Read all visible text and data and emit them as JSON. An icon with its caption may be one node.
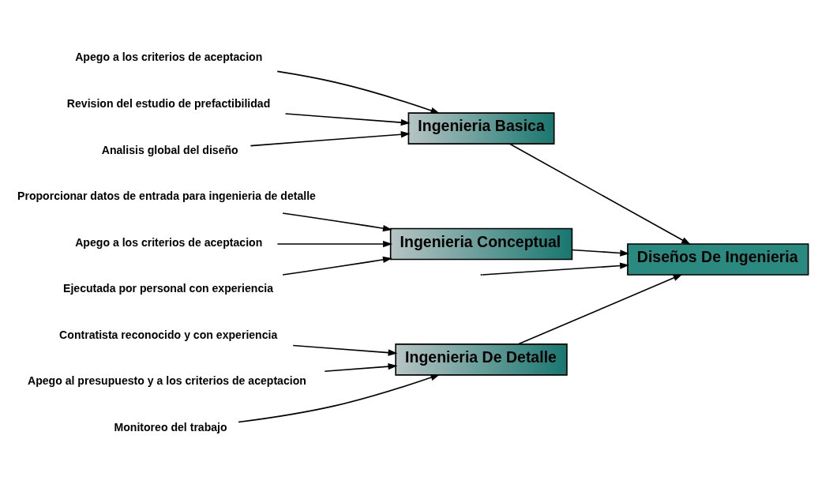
{
  "diagram": {
    "nodes": [
      {
        "text": [
          "Ingenieria De Detalle"
        ]
      },
      {
        "text": [
          "Contratista reconocido y con experiencia"
        ]
      },
      {
        "text": [
          "Apego al presupuesto y a los criterios de aceptacion"
        ]
      },
      {
        "text": [
          "Monitoreo del trabajo"
        ]
      },
      {
        "text": [
          "Ingenieria Basica"
        ]
      },
      {
        "text": [
          "Apego a los criterios de aceptacion"
        ]
      },
      {
        "text": [
          "Revision del estudio de prefactibilidad"
        ]
      },
      {
        "text": [
          "Analisis global del diseño"
        ]
      },
      {
        "text": [
          "Diseños De Ingenieria"
        ]
      },
      {
        "text": [
          "Proporcionar datos de entrada para ingenieria de detalle"
        ]
      },
      {
        "text": [
          "Apego a los criterios de aceptacion"
        ]
      },
      {
        "text": [
          "Ejecutada por personal con experiencia"
        ]
      },
      {
        "text": [
          "Ingenieria Conceptual"
        ]
      }
    ],
    "edges": [
      {
        "from": 1,
        "to": 0,
        "arrow": "to"
      },
      {
        "from": 2,
        "to": 0,
        "arrow": "to"
      },
      {
        "from": 3,
        "to": 0,
        "arrow": "to"
      },
      {
        "from": 5,
        "to": 4,
        "arrow": "to"
      },
      {
        "from": 6,
        "to": 4,
        "arrow": "to"
      },
      {
        "from": 7,
        "to": 4,
        "arrow": "to"
      },
      {
        "from": 9,
        "to": 12,
        "arrow": "to"
      },
      {
        "from": 10,
        "to": 12,
        "arrow": "to"
      },
      {
        "from": 11,
        "to": 12,
        "arrow": "to"
      },
      {
        "from": 0,
        "to": 8,
        "arrow": "to"
      },
      {
        "from": 4,
        "to": 8,
        "arrow": "to"
      },
      {
        "from": 12,
        "to": 8,
        "arrow": "to"
      },
      {
        "from": null,
        "to": 8,
        "arrow": "to"
      }
    ]
  }
}
